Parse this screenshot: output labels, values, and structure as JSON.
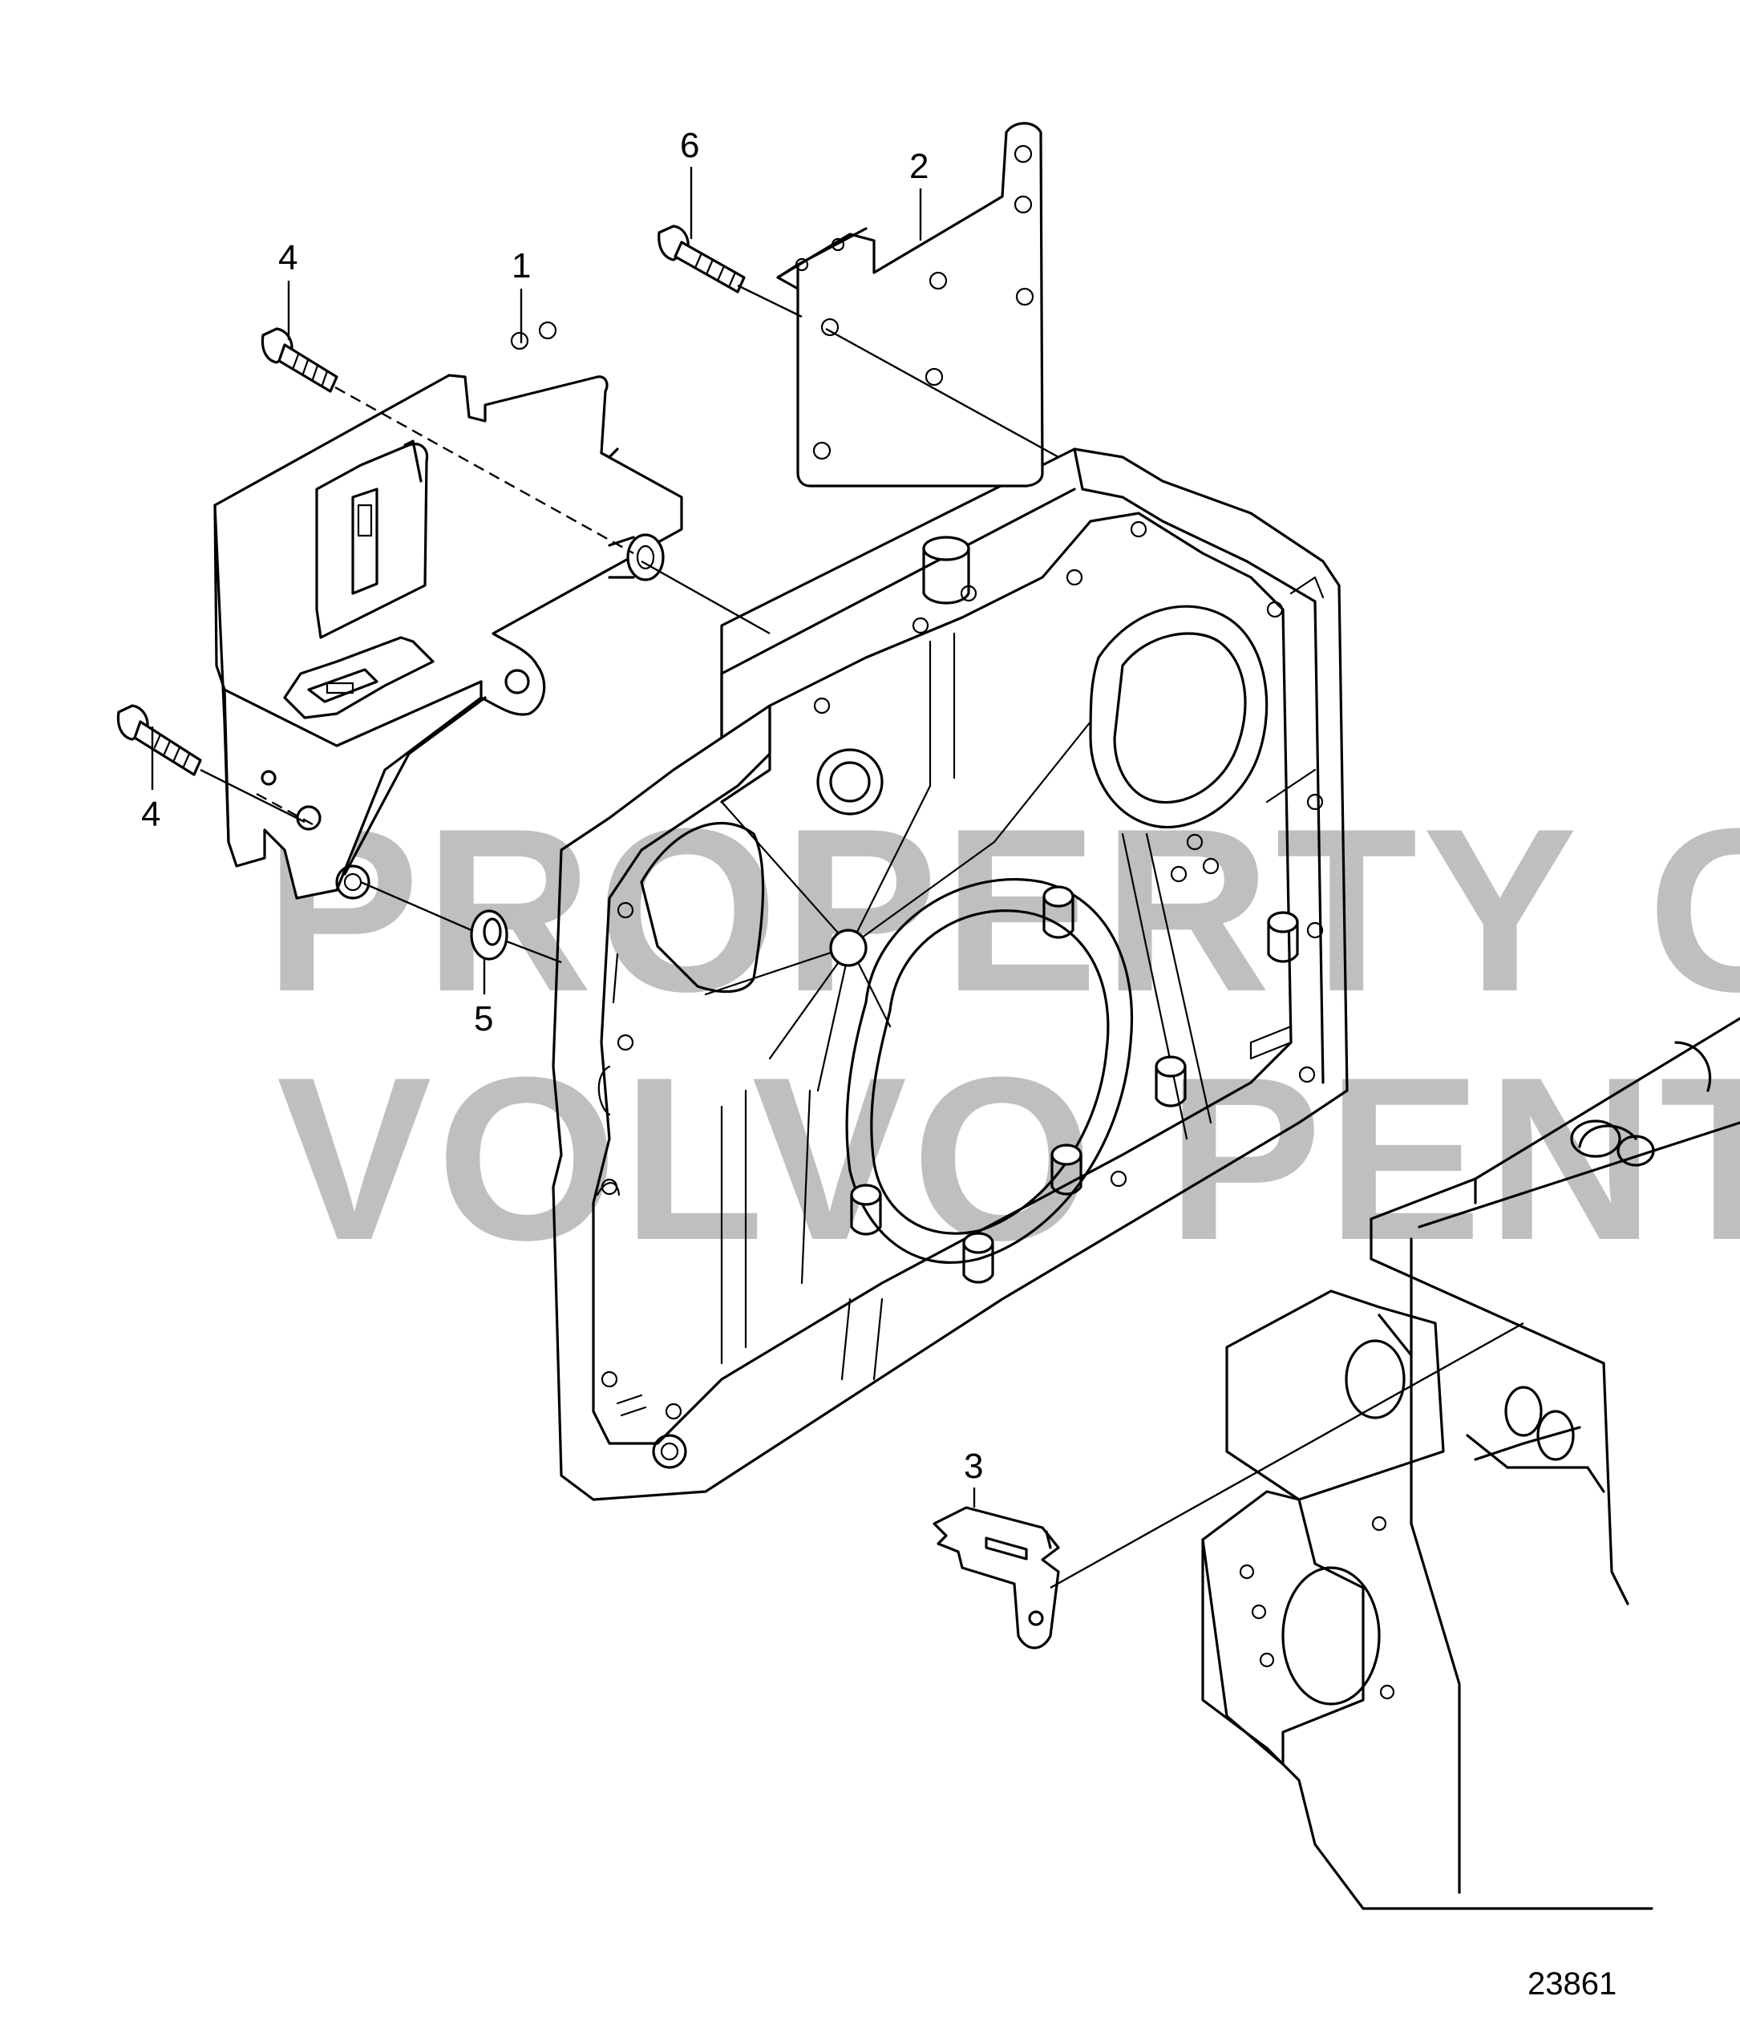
{
  "callouts": {
    "c1": "1",
    "c2": "2",
    "c3": "3",
    "c4a": "4",
    "c4b": "4",
    "c5": "5",
    "c6": "6"
  },
  "watermark": {
    "line1": "PROPERTY OF",
    "line2": "VOLVO PENTA"
  },
  "reference_number": "23861"
}
